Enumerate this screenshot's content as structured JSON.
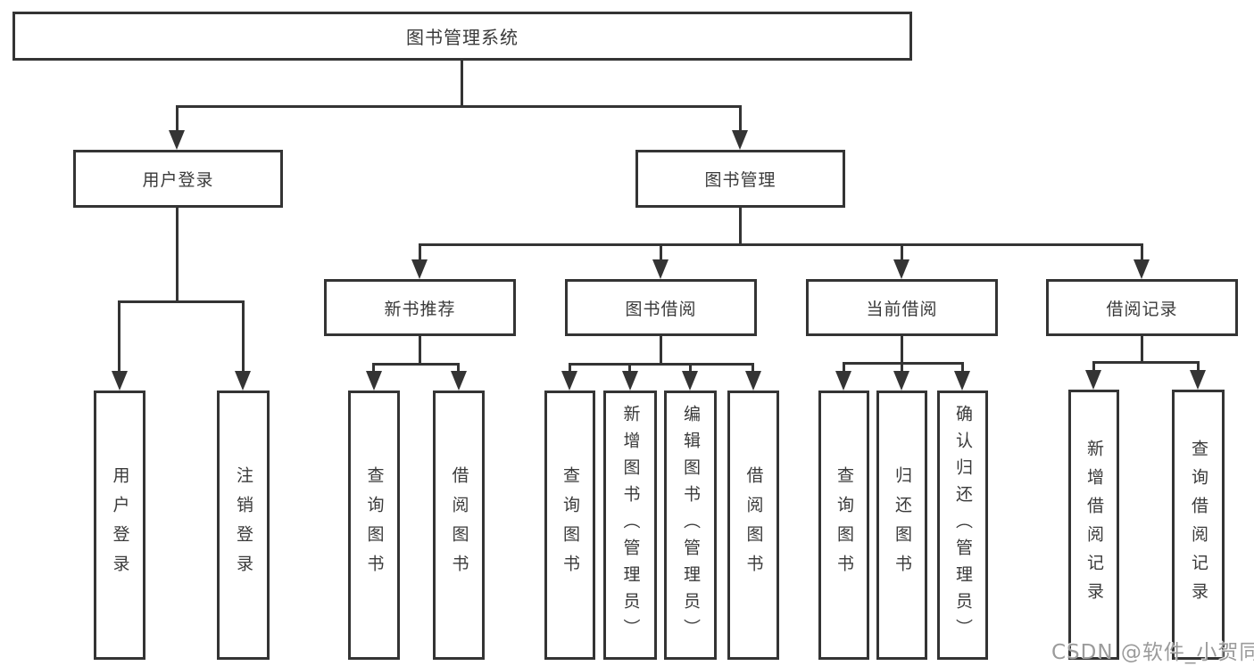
{
  "diagram": {
    "root": {
      "label": "图书管理系统"
    },
    "level1": [
      {
        "label": "用户登录"
      },
      {
        "label": "图书管理"
      }
    ],
    "level2": [
      {
        "label": "新书推荐"
      },
      {
        "label": "图书借阅"
      },
      {
        "label": "当前借阅"
      },
      {
        "label": "借阅记录"
      }
    ],
    "leaves": {
      "user_login": [
        "用户登录",
        "注销登录"
      ],
      "new_book": [
        "查询图书",
        "借阅图书"
      ],
      "borrowing": [
        "查询图书",
        "新增图书（管理员）",
        "编辑图书（管理员）",
        "借阅图书"
      ],
      "current": [
        "查询图书",
        "归还图书",
        "确认归还（管理员）"
      ],
      "records": [
        "新增借阅记录",
        "查询借阅记录"
      ]
    },
    "watermark": "CSDN @软件_小贺同学",
    "colors": {
      "line": "#343434",
      "text": "#3a3a3a",
      "watermark": "#9b9b9b",
      "background": "#ffffff"
    }
  }
}
